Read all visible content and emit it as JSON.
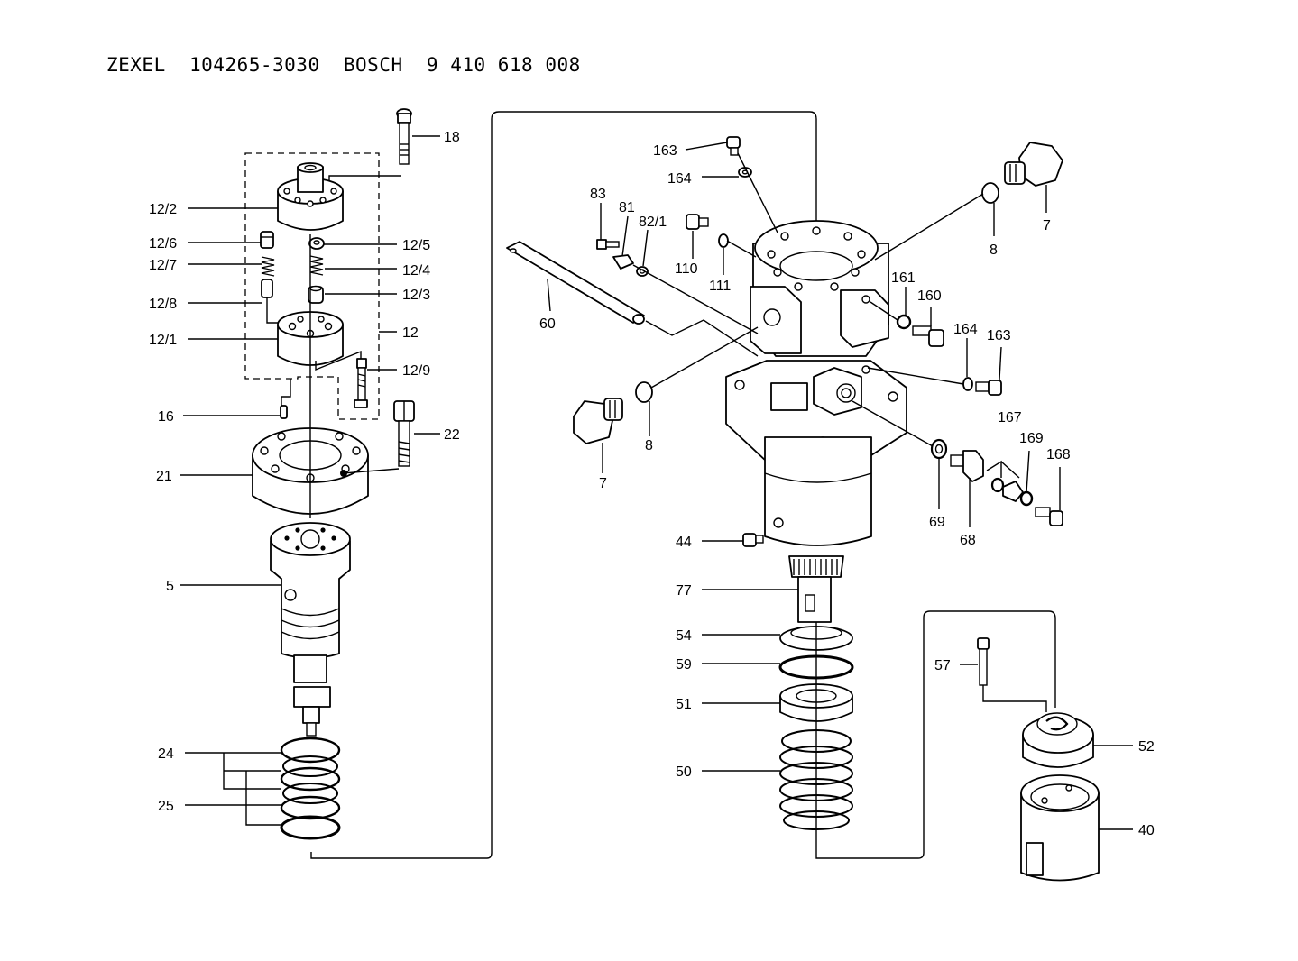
{
  "title": {
    "brand1": "ZEXEL",
    "code1": "104265-3030",
    "brand2": "BOSCH",
    "code2": "9 410 618 008"
  },
  "labels": {
    "p18": "18",
    "p12_2": "12/2",
    "p12_6": "12/6",
    "p12_5": "12/5",
    "p12_7": "12/7",
    "p12_4": "12/4",
    "p12_8": "12/8",
    "p12_3": "12/3",
    "p12_1": "12/1",
    "p12": "12",
    "p12_9": "12/9",
    "p16": "16",
    "p22": "22",
    "p21": "21",
    "p5": "5",
    "p24": "24",
    "p25": "25",
    "p163a": "163",
    "p164a": "164",
    "p83": "83",
    "p81": "81",
    "p82_1": "82/1",
    "p110": "110",
    "p111": "111",
    "p60": "60",
    "p7a": "7",
    "p8a": "8",
    "p7b": "7",
    "p8b": "8",
    "p161": "161",
    "p160": "160",
    "p164b": "164",
    "p163b": "163",
    "p167": "167",
    "p169": "169",
    "p168": "168",
    "p69": "69",
    "p68": "68",
    "p44": "44",
    "p77": "77",
    "p54": "54",
    "p59": "59",
    "p51": "51",
    "p50": "50",
    "p57": "57",
    "p52": "52",
    "p40": "40"
  }
}
